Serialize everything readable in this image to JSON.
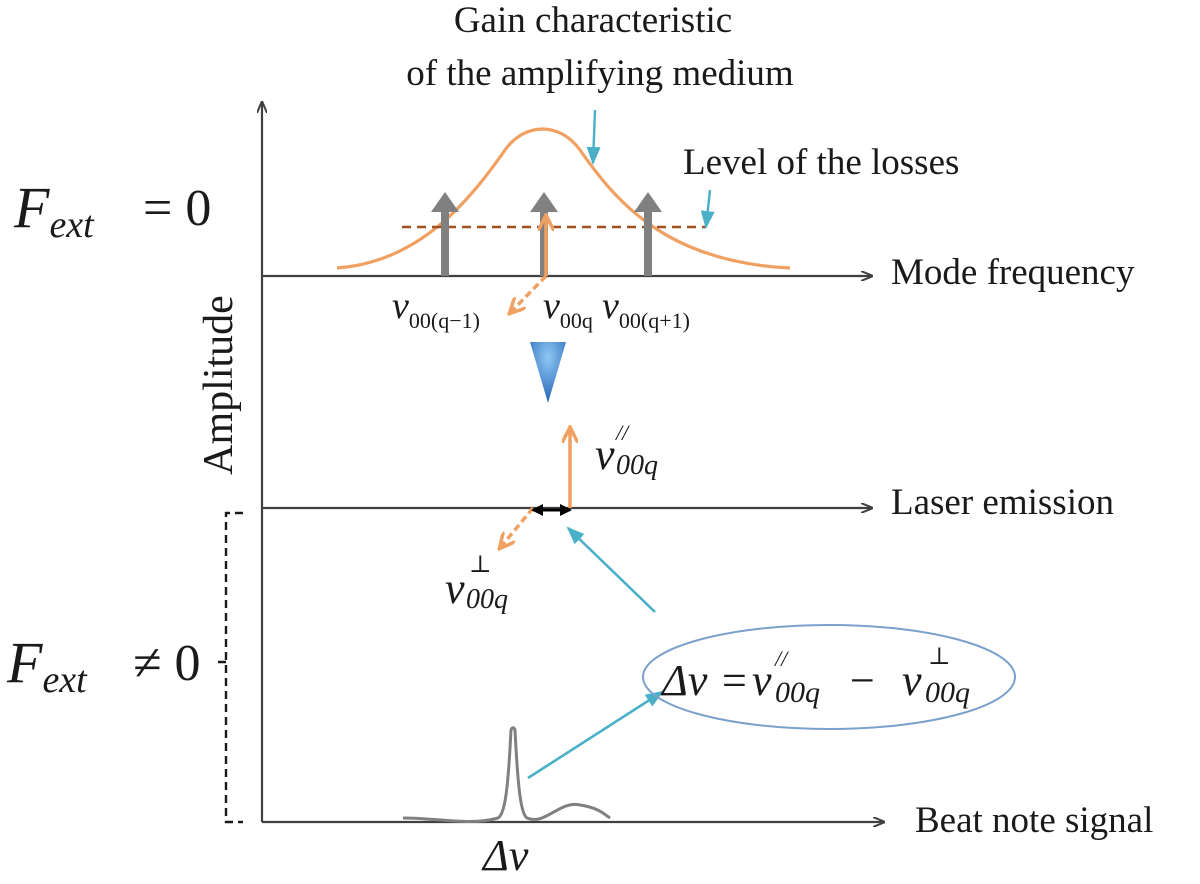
{
  "labels": {
    "gain_line1": "Gain characteristic",
    "gain_line2": "of the amplifying medium",
    "losses": "Level of the losses",
    "y_axis": "Amplitude",
    "axis_mode": "Mode frequency",
    "axis_laser": "Laser emission",
    "axis_beat": "Beat note signal"
  },
  "math": {
    "f_ext_symbol": "F",
    "f_ext_sub": "ext",
    "f_zero_rel": "= 0",
    "f_nonzero_rel": "≠ 0",
    "nu": "ν",
    "sub_q_minus": "00(q−1)",
    "sub_q": "00q",
    "sub_q_plus": "00(q+1)",
    "sup_parallel": "//",
    "sup_perp": "⊥",
    "delta_nu": "Δν",
    "eq_delta": "Δν",
    "eq_equals": "=",
    "eq_minus": "−"
  },
  "colors": {
    "gain_curve": "#f0a060",
    "losses_line": "#a0501e",
    "mode_arrows": "#808080",
    "orange_arrows": "#f0a060",
    "pointer_arrows": "#4ab0c8",
    "down_triangle": "#2a6fc0",
    "ellipse_border": "#7aa0cc",
    "axes": "#404040",
    "beat_signal": "#808080"
  },
  "icons": {
    "down_triangle": "down-triangle-icon"
  }
}
